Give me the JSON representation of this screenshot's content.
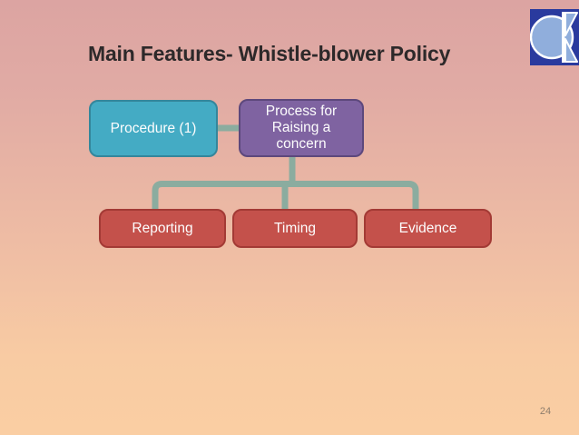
{
  "slide": {
    "title": "Main Features- Whistle-blower Policy",
    "page_number": "24"
  },
  "diagram": {
    "type": "hierarchy",
    "top_row": [
      {
        "id": "procedure",
        "label": "Procedure (1)",
        "fill": "#44ABC4",
        "border": "#34869B"
      },
      {
        "id": "process",
        "label": "Process for Raising a concern",
        "fill": "#7F63A1",
        "border": "#5D487C"
      }
    ],
    "bottom_row": [
      {
        "id": "reporting",
        "label": "Reporting",
        "fill": "#C4514B",
        "border": "#A33A35"
      },
      {
        "id": "timing",
        "label": "Timing",
        "fill": "#C4514B",
        "border": "#A33A35"
      },
      {
        "id": "evidence",
        "label": "Evidence",
        "fill": "#C4514B",
        "border": "#A33A35"
      }
    ],
    "connector_color": "#8BAC9F",
    "edges": [
      [
        "procedure",
        "process"
      ],
      [
        "process",
        "reporting"
      ],
      [
        "process",
        "timing"
      ],
      [
        "process",
        "evidence"
      ]
    ]
  },
  "logo": {
    "name": "ck-monogram-logo",
    "background": "#2A3A9E",
    "accent": "#90AEDC",
    "stroke": "#FFFFFF"
  },
  "colors": {
    "background_top": "#DCA4A2",
    "background_bottom": "#FACEA3",
    "title_text": "#2D292A",
    "node_text": "#FDFDFD",
    "page_number_text": "#8F7E6C"
  }
}
